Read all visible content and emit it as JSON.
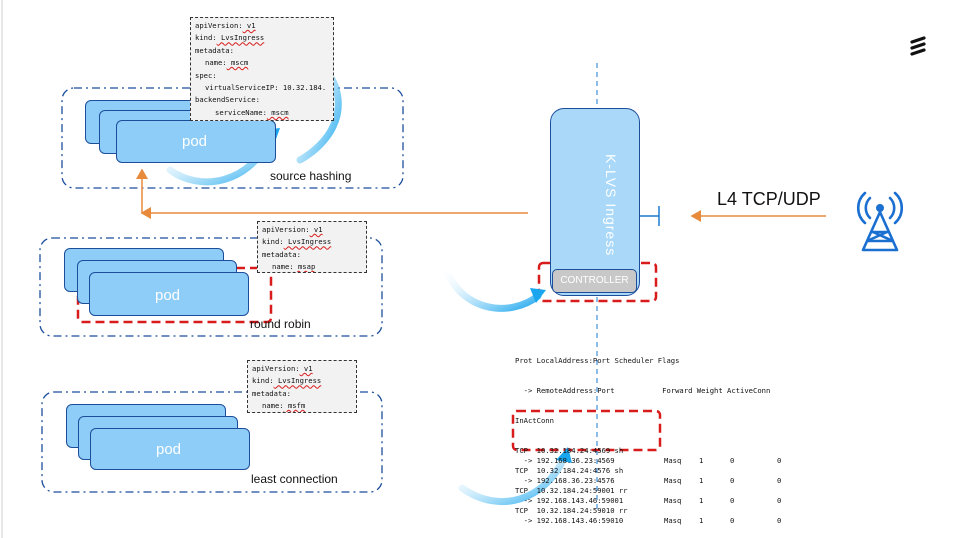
{
  "colors": {
    "pod_fill": "#8ecdf7",
    "pod_border": "#1c4e9c",
    "frame_border": "#1c4e9c",
    "arrow_blue": "#1aa6ee",
    "arrow_orange": "#e88a3c",
    "highlight_red": "#d81b1b",
    "ingress_fill": "#a9d8f8",
    "controller_fill": "#c8c8c8",
    "antenna_blue": "#1a6fd1"
  },
  "groups": [
    {
      "caption": "source hashing",
      "pod_label": "pod",
      "yaml": [
        {
          "key": "apiVersion:",
          "val": " v1",
          "indent": 0
        },
        {
          "key": "kind:",
          "val": " LvsIngress",
          "indent": 0
        },
        {
          "key": "metadata:",
          "val": "",
          "indent": 0
        },
        {
          "key": "name:",
          "val": " mscm",
          "indent": 1
        },
        {
          "key": "spec:",
          "val": "",
          "indent": 0
        },
        {
          "key": "virtualServiceIP:",
          "val": " 10.32.184.",
          "indent": 1
        },
        {
          "key": "backendService:",
          "val": "",
          "indent": 0
        },
        {
          "key": "serviceName:",
          "val": " mscm",
          "indent": 2
        }
      ]
    },
    {
      "caption": "round robin",
      "pod_label": "pod",
      "yaml": [
        {
          "key": "apiVersion:",
          "val": " v1",
          "indent": 0
        },
        {
          "key": "kind:",
          "val": " LvsIngress",
          "indent": 0
        },
        {
          "key": "metadata:",
          "val": "",
          "indent": 0
        },
        {
          "key": "name:",
          "val": " msap",
          "indent": 1
        }
      ]
    },
    {
      "caption": "least connection",
      "pod_label": "pod",
      "yaml": [
        {
          "key": "apiVersion:",
          "val": " v1",
          "indent": 0
        },
        {
          "key": "kind:",
          "val": " LvsIngress",
          "indent": 0
        },
        {
          "key": "metadata:",
          "val": "",
          "indent": 0
        },
        {
          "key": "name:",
          "val": " msfm",
          "indent": 1
        }
      ]
    }
  ],
  "ingress": {
    "label": "K-LVS Ingress",
    "controller": "CONTROLLER"
  },
  "l4_label": "L4 TCP/UDP",
  "ipvs": {
    "header1": "Prot LocalAddress:Port Scheduler Flags",
    "header2": "  -> RemoteAddress:Port           Forward Weight ActiveConn",
    "header3": "InActConn",
    "rows": [
      {
        "text": "TCP  10.32.184.24:4569 sh"
      },
      {
        "text": "  -> 192.168.36.23:4569",
        "fwd": "Masq",
        "weight": "1",
        "active": "0",
        "inact": "0"
      },
      {
        "text": "TCP  10.32.184.24:4576 sh"
      },
      {
        "text": "  -> 192.168.36.23:4576",
        "fwd": "Masq",
        "weight": "1",
        "active": "0",
        "inact": "0"
      },
      {
        "text": "TCP  10.32.184.24:59001 rr"
      },
      {
        "text": "  -> 192.168.143.46:59001",
        "fwd": "Masq",
        "weight": "1",
        "active": "0",
        "inact": "0"
      },
      {
        "text": "TCP  10.32.184.24:59010 rr"
      },
      {
        "text": "  -> 192.168.143.46:59010",
        "fwd": "Masq",
        "weight": "1",
        "active": "0",
        "inact": "0"
      }
    ]
  },
  "icons": {
    "logo": "ericsson-logo-icon",
    "antenna": "radio-tower-icon"
  }
}
